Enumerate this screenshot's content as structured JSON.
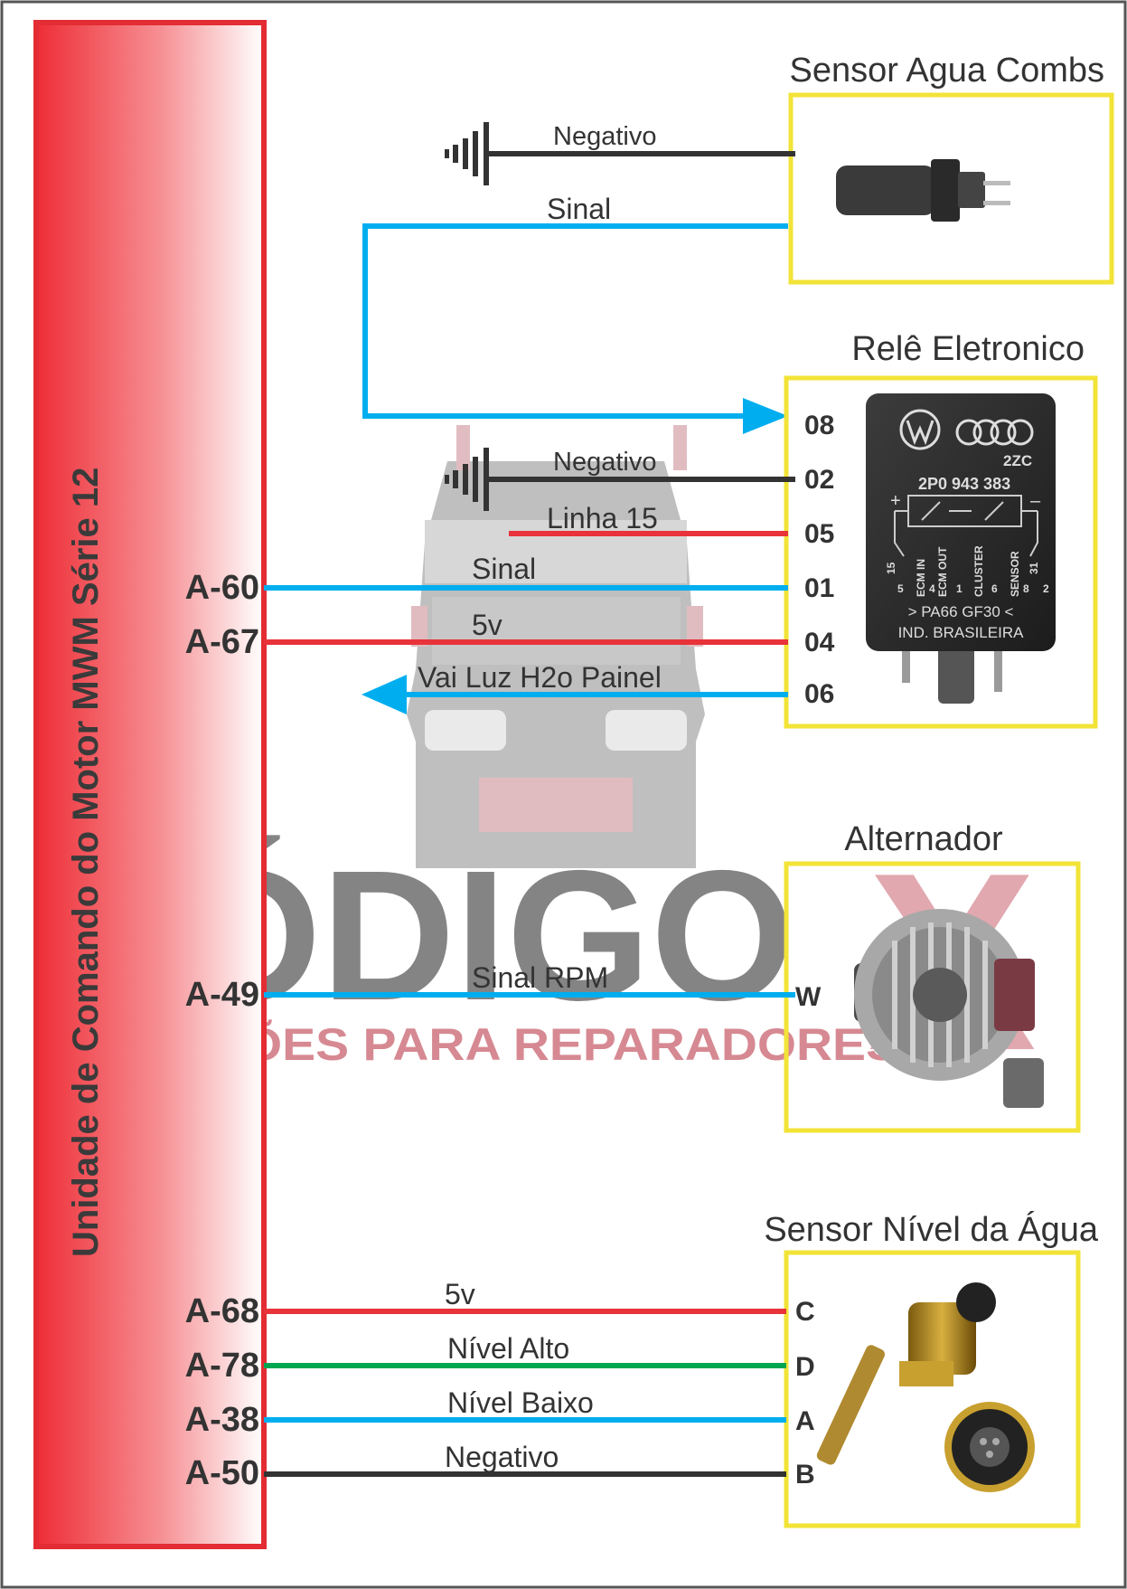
{
  "ecu": {
    "label": "Unidade de Comando do Motor MWM Série 12",
    "pins": [
      "A-60",
      "A-67",
      "A-49",
      "A-68",
      "A-78",
      "A-38",
      "A-50"
    ]
  },
  "sensor_agua_combs": {
    "title": "Sensor Agua Combs",
    "wires": [
      "Negativo",
      "Sinal"
    ]
  },
  "rele": {
    "title": "Relê Eletronico",
    "pins": [
      "08",
      "02",
      "05",
      "01",
      "04",
      "06"
    ],
    "wires": [
      "Negativo",
      "Linha 15",
      "Sinal",
      "5v",
      "Vai Luz H2o Painel"
    ],
    "part": {
      "code": "2ZC",
      "number": "2P0 943 383",
      "spec": "> PA66 GF30 <",
      "origin": "IND. BRASILEIRA",
      "plus": "+",
      "minus": "–",
      "term_labels": [
        "ECM IN",
        "ECM OUT",
        "CLUSTER",
        "SENSOR"
      ],
      "term_numbers": [
        "15",
        "5",
        "4",
        "1",
        "6",
        "8",
        "31",
        "2"
      ]
    }
  },
  "alternador": {
    "title": "Alternador",
    "pin": "W",
    "wire": "Sinal RPM"
  },
  "sensor_nivel": {
    "title": "Sensor Nível da Água",
    "pins": [
      "C",
      "D",
      "A",
      "B"
    ],
    "wires": [
      "5v",
      "Nível Alto",
      "Nível Baixo",
      "Negativo"
    ]
  },
  "watermark": {
    "brand": "CÓDIGO",
    "brand_x": "X",
    "tagline": "SOLUÇÕES PARA REPARADORES"
  },
  "colors": {
    "red": "#e8333a",
    "blue": "#00aeef",
    "black": "#333333",
    "green": "#00a650",
    "yellow": "#f2e337",
    "ecu_border": "#e32c33"
  }
}
